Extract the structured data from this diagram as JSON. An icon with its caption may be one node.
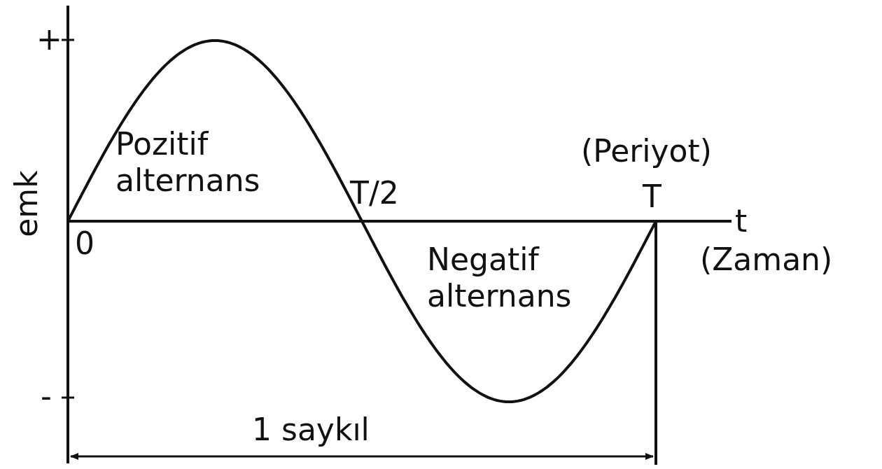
{
  "diagram": {
    "labels": [
      "+",
      "emk",
      "Pozitif alternans",
      "T/2",
      "(Periyot)",
      "T",
      "0",
      "t",
      "(Zaman)",
      "Negatif alternans",
      "-",
      "1 saykıl"
    ]
  }
}
